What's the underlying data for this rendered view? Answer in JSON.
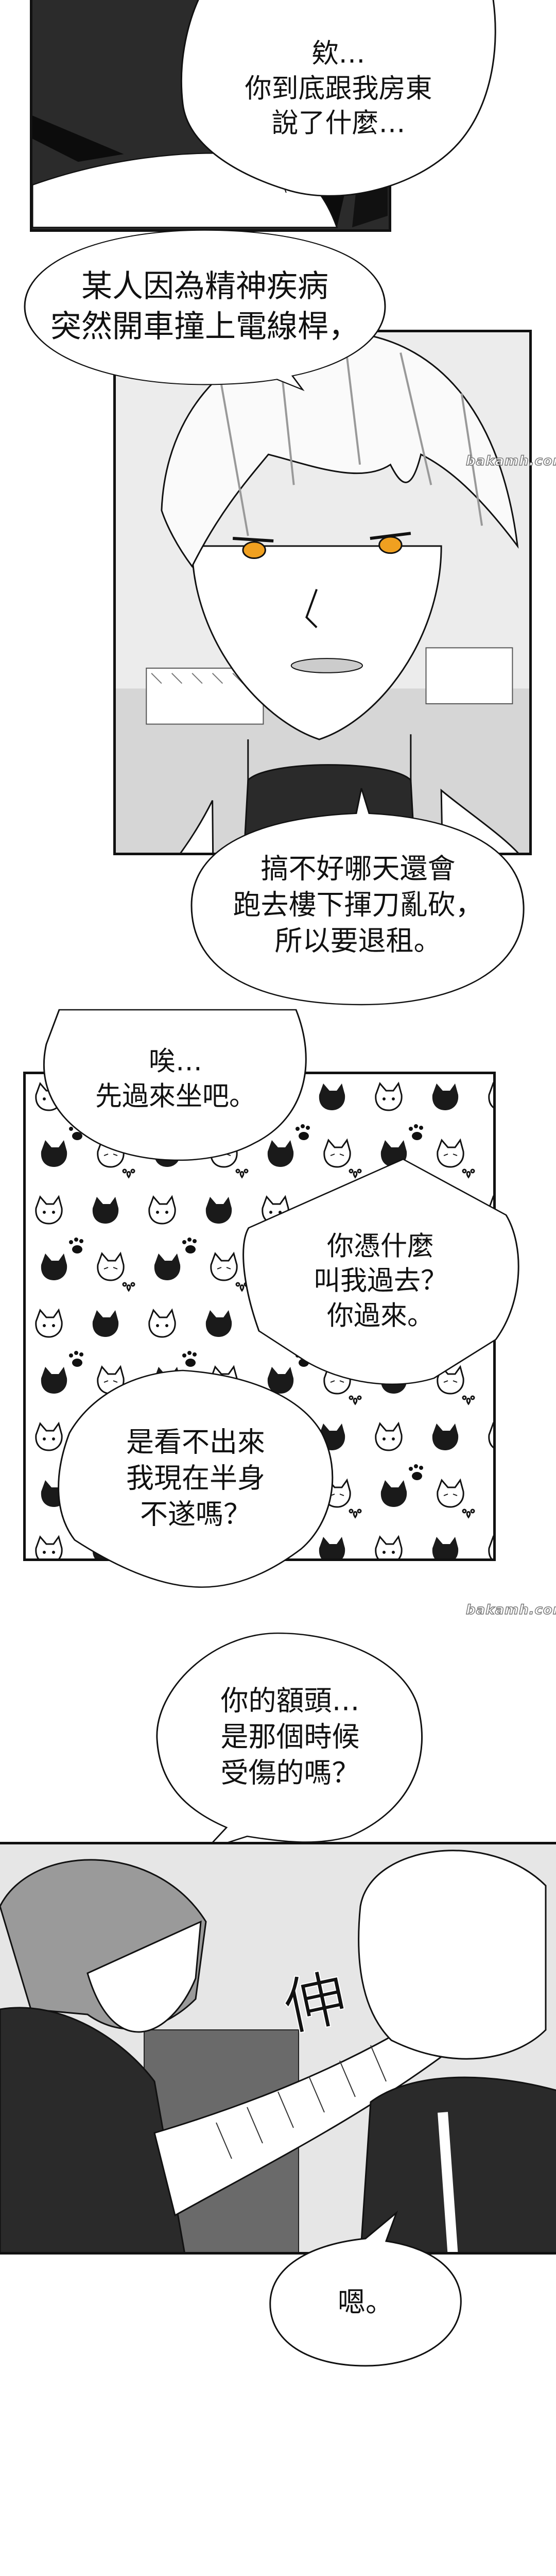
{
  "bubbles": {
    "b1": [
      "欸…",
      "你到底跟我房東",
      "說了什麼…"
    ],
    "b2": [
      "某人因為精神疾病",
      "突然開車撞上電線桿，"
    ],
    "b3": [
      "搞不好哪天還會",
      "跑去樓下揮刀亂砍，",
      "所以要退租。"
    ],
    "b4": [
      "唉…",
      "先過來坐吧。"
    ],
    "b5": [
      "你憑什麼",
      "叫我過去？",
      "你過來。"
    ],
    "b6": [
      "是看不出來",
      "我現在半身",
      "不遂嗎？"
    ],
    "b7": [
      "你的額頭…",
      "是那個時候",
      "受傷的嗎？"
    ],
    "b8": [
      "嗯。"
    ]
  },
  "sfx": {
    "stretch": "伸"
  },
  "watermark": "bakamh.com",
  "colors": {
    "eyes": "#f0a020",
    "ink": "#111111",
    "screentone": "#2b2b2b"
  }
}
